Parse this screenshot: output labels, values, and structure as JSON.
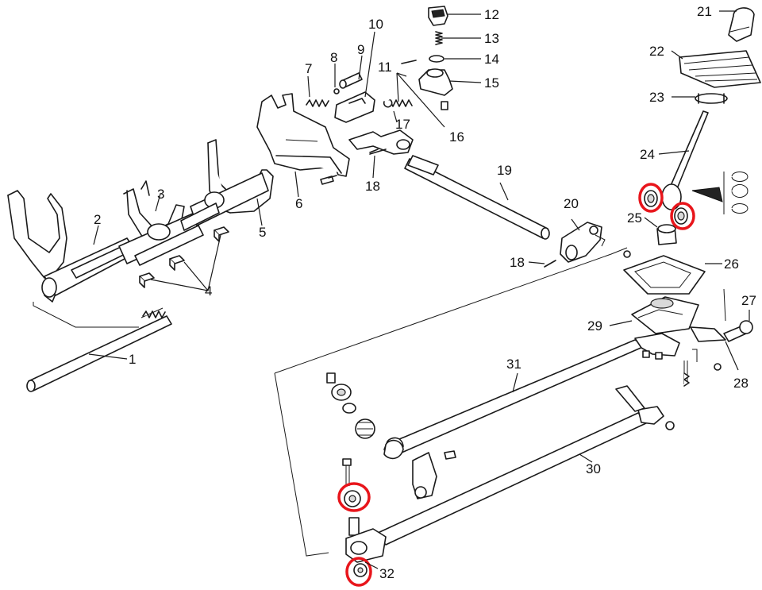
{
  "colors": {
    "line": "#1a1a1a",
    "highlight": "#e8151b",
    "background": "#ffffff"
  },
  "callouts": [
    {
      "id": "1",
      "label": "1"
    },
    {
      "id": "2",
      "label": "2"
    },
    {
      "id": "3",
      "label": "3"
    },
    {
      "id": "4",
      "label": "4"
    },
    {
      "id": "5",
      "label": "5"
    },
    {
      "id": "6",
      "label": "6"
    },
    {
      "id": "7",
      "label": "7"
    },
    {
      "id": "8",
      "label": "8"
    },
    {
      "id": "9",
      "label": "9"
    },
    {
      "id": "10",
      "label": "10"
    },
    {
      "id": "11",
      "label": "11"
    },
    {
      "id": "12",
      "label": "12"
    },
    {
      "id": "13",
      "label": "13"
    },
    {
      "id": "14",
      "label": "14"
    },
    {
      "id": "15",
      "label": "15"
    },
    {
      "id": "16",
      "label": "16"
    },
    {
      "id": "17",
      "label": "17"
    },
    {
      "id": "18a",
      "label": "18"
    },
    {
      "id": "18b",
      "label": "18"
    },
    {
      "id": "19",
      "label": "19"
    },
    {
      "id": "20",
      "label": "20"
    },
    {
      "id": "21",
      "label": "21"
    },
    {
      "id": "22",
      "label": "22"
    },
    {
      "id": "23",
      "label": "23"
    },
    {
      "id": "24",
      "label": "24"
    },
    {
      "id": "25",
      "label": "25"
    },
    {
      "id": "26",
      "label": "26"
    },
    {
      "id": "27",
      "label": "27"
    },
    {
      "id": "28",
      "label": "28"
    },
    {
      "id": "29",
      "label": "29"
    },
    {
      "id": "30",
      "label": "30"
    },
    {
      "id": "31",
      "label": "31"
    },
    {
      "id": "32",
      "label": "32"
    }
  ],
  "highlighted_parts": [
    "24-bushing-left",
    "24-bushing-right",
    "32-bushing-upper",
    "32-bushing-lower"
  ]
}
